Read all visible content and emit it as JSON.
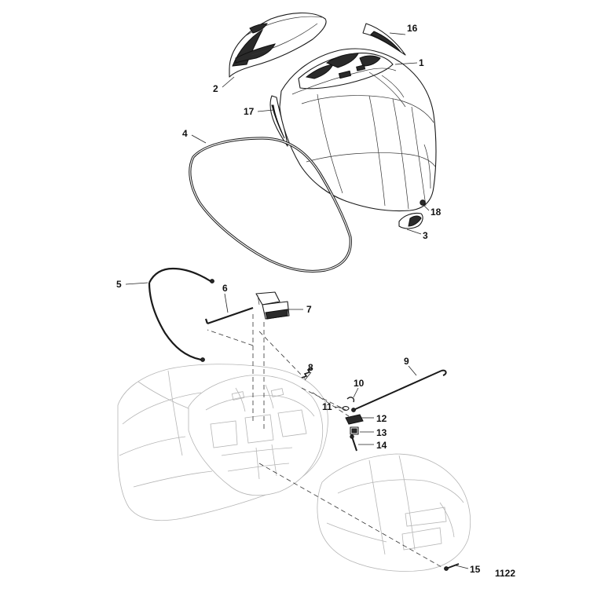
{
  "drawing_number": "1122",
  "callouts": [
    {
      "id": "c1",
      "label": "1"
    },
    {
      "id": "c2",
      "label": "2"
    },
    {
      "id": "c3",
      "label": "3"
    },
    {
      "id": "c4",
      "label": "4"
    },
    {
      "id": "c5",
      "label": "5"
    },
    {
      "id": "c6",
      "label": "6"
    },
    {
      "id": "c7",
      "label": "7"
    },
    {
      "id": "c8",
      "label": "8"
    },
    {
      "id": "c9",
      "label": "9"
    },
    {
      "id": "c10",
      "label": "10"
    },
    {
      "id": "c11",
      "label": "11"
    },
    {
      "id": "c12",
      "label": "12"
    },
    {
      "id": "c13",
      "label": "13"
    },
    {
      "id": "c14",
      "label": "14"
    },
    {
      "id": "c15",
      "label": "15"
    },
    {
      "id": "c16",
      "label": "16"
    },
    {
      "id": "c17",
      "label": "17"
    },
    {
      "id": "c18",
      "label": "18"
    }
  ]
}
